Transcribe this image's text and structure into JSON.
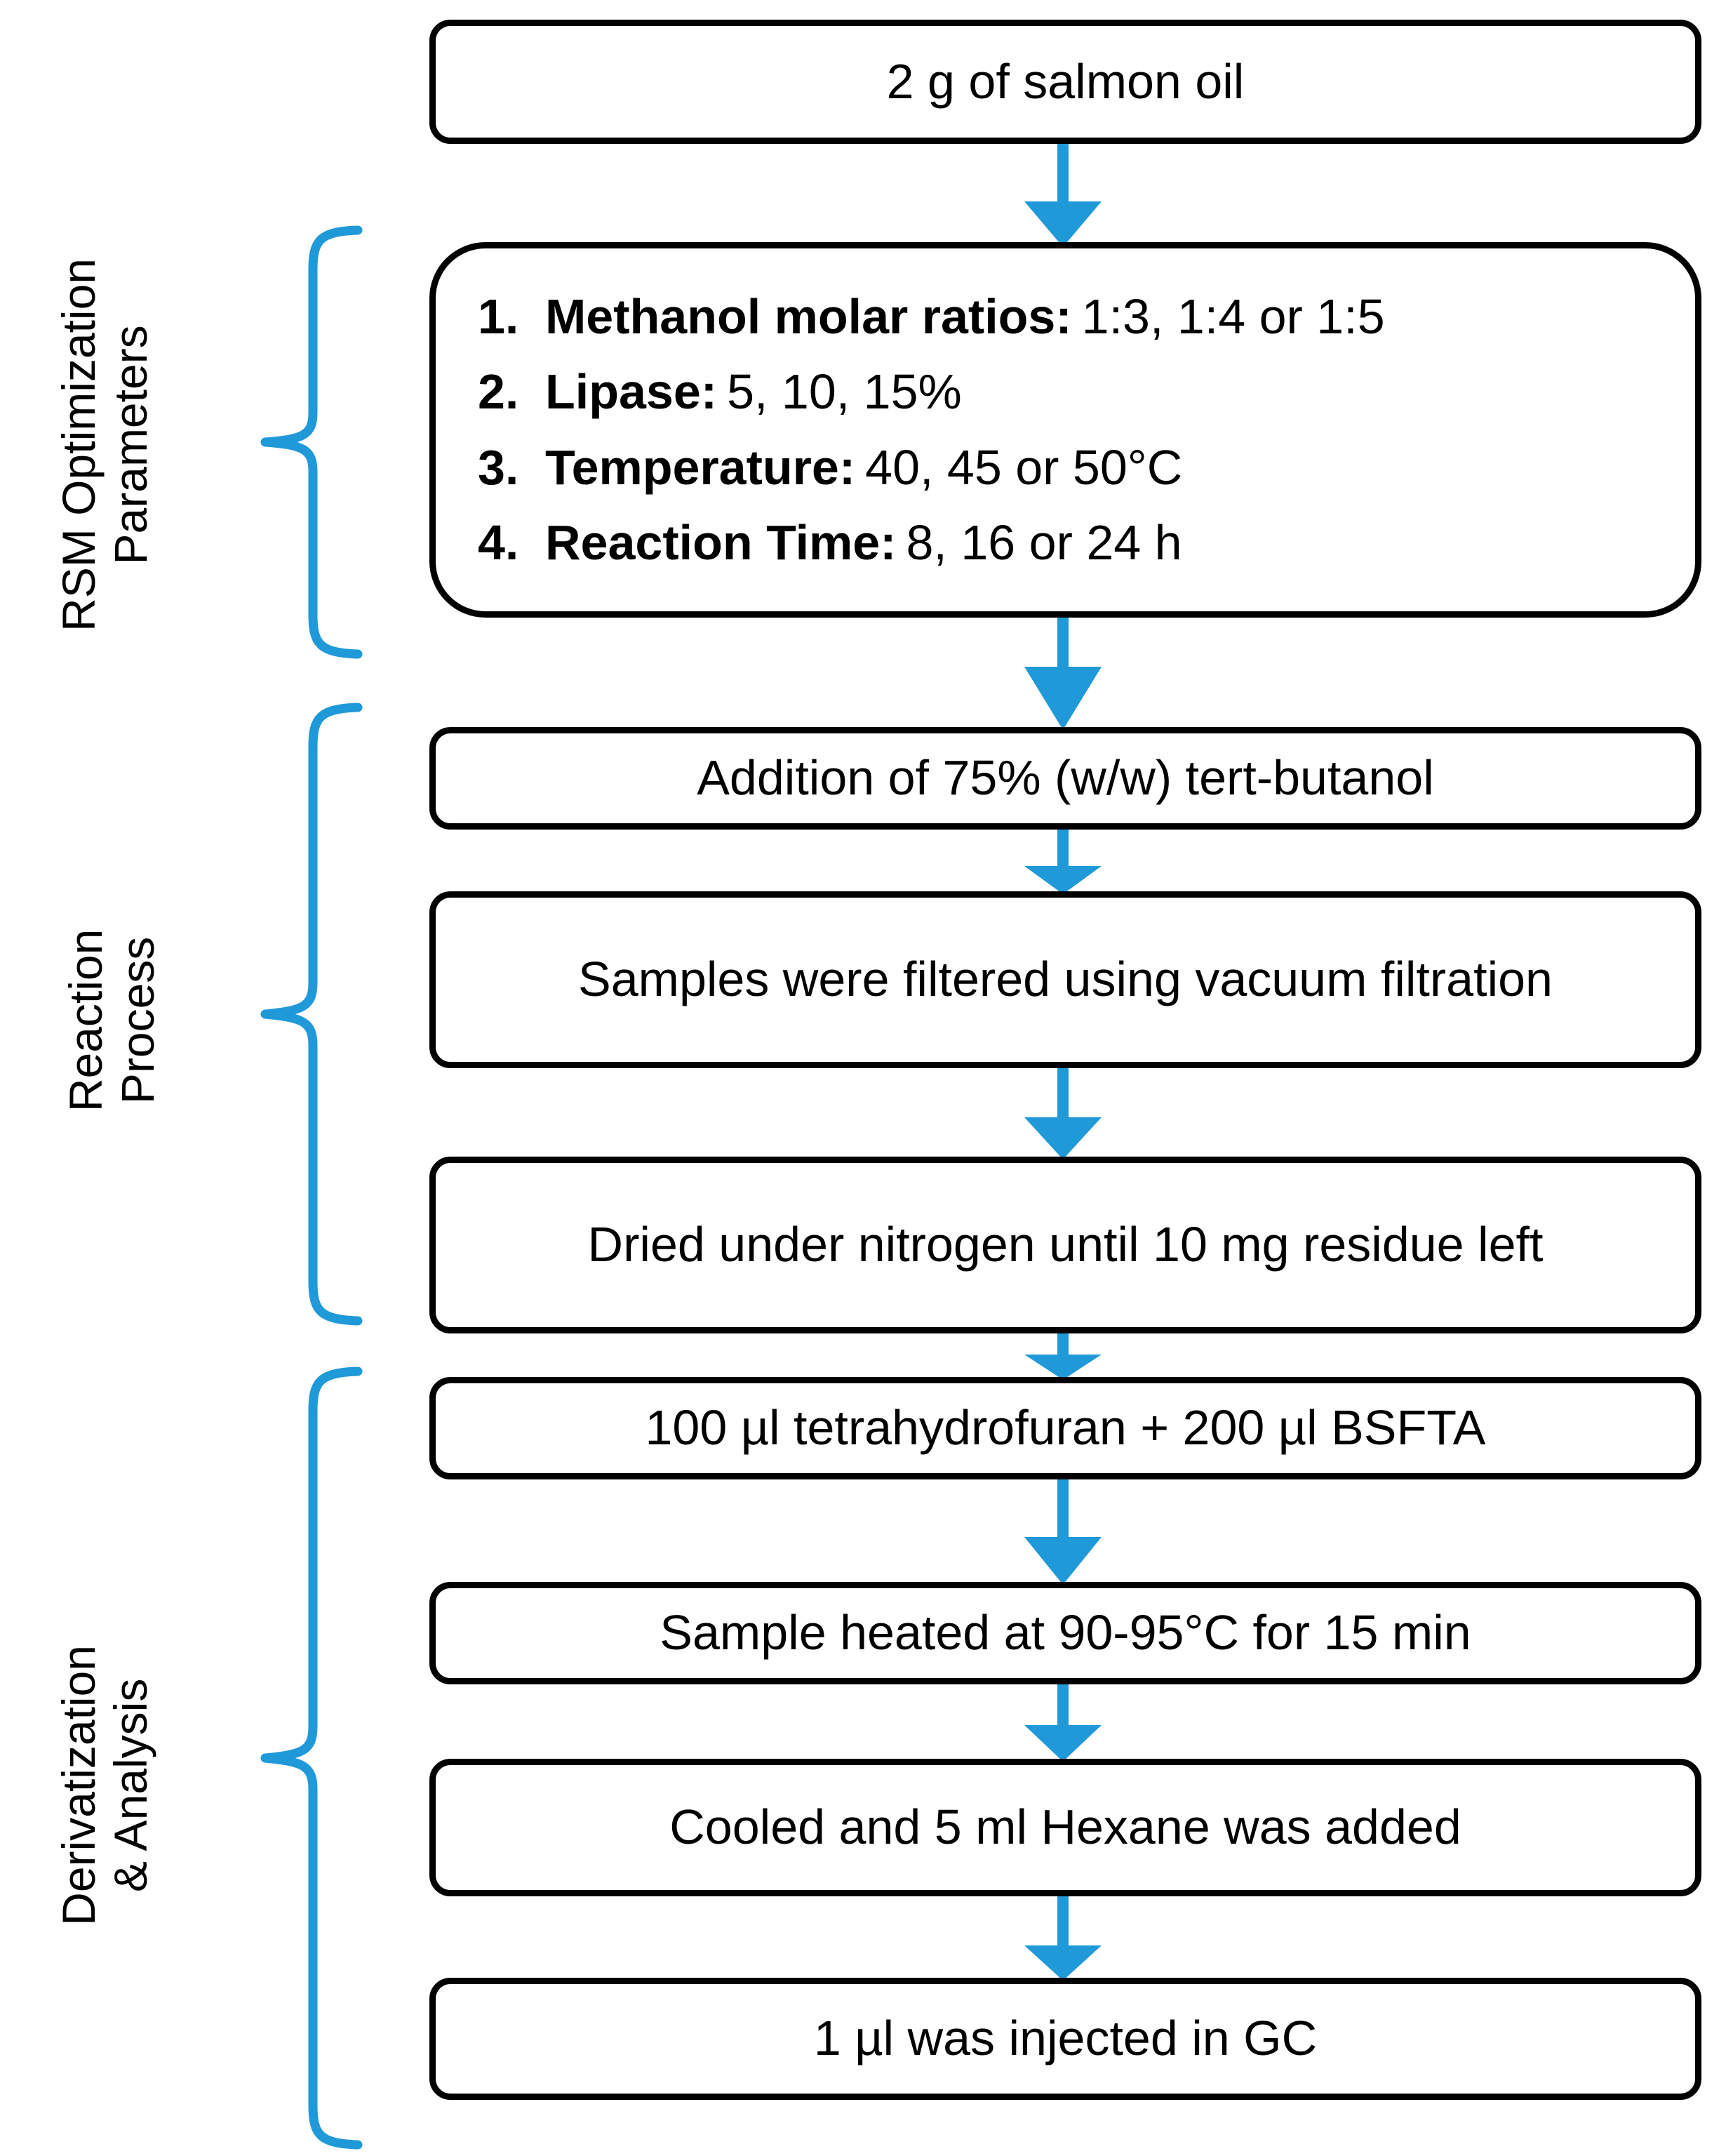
{
  "figure": {
    "type": "process-flowchart",
    "title": "Salmon oil transesterification and GC analysis workflow",
    "accent_color": "#2099D9",
    "line_color": "#000000",
    "background_color": "#FFFFFF"
  },
  "sections": [
    {
      "id": "rsm",
      "line1": "RSM Optimization",
      "line2": "Parameters"
    },
    {
      "id": "react",
      "line1": "Reaction",
      "line2": "Process"
    },
    {
      "id": "deriv",
      "line1": "Derivatization",
      "line2": "& Analysis"
    }
  ],
  "nodes": [
    {
      "id": "n1",
      "text": "2 g of salmon oil"
    },
    {
      "id": "n3",
      "text": "Addition of 75% (w/w) tert-butanol"
    },
    {
      "id": "n4",
      "text": "Samples were filtered using vacuum filtration"
    },
    {
      "id": "n5",
      "text": "Dried under nitrogen until 10 mg residue left"
    },
    {
      "id": "n6",
      "text": "100 µl tetrahydrofuran + 200 µl BSFTA"
    },
    {
      "id": "n7",
      "text": "Sample heated at 90-95°C for 15 min"
    },
    {
      "id": "n8",
      "text": "Cooled and 5 ml Hexane was added"
    },
    {
      "id": "n9",
      "text": "1 µl was injected in GC"
    }
  ],
  "parameters": {
    "items": [
      {
        "num": "1.",
        "label": "Methanol molar ratios:",
        "value": "1:3, 1:4 or 1:5"
      },
      {
        "num": "2.",
        "label": "Lipase:",
        "value": "5, 10, 15%"
      },
      {
        "num": "3.",
        "label": "Temperature:",
        "value": "40, 45 or 50°C"
      },
      {
        "num": "4.",
        "label": "Reaction Time:",
        "value": "8, 16 or 24 h"
      }
    ]
  },
  "connectors": {
    "count": 8,
    "style": "downward-arrow",
    "color": "#2099D9"
  }
}
